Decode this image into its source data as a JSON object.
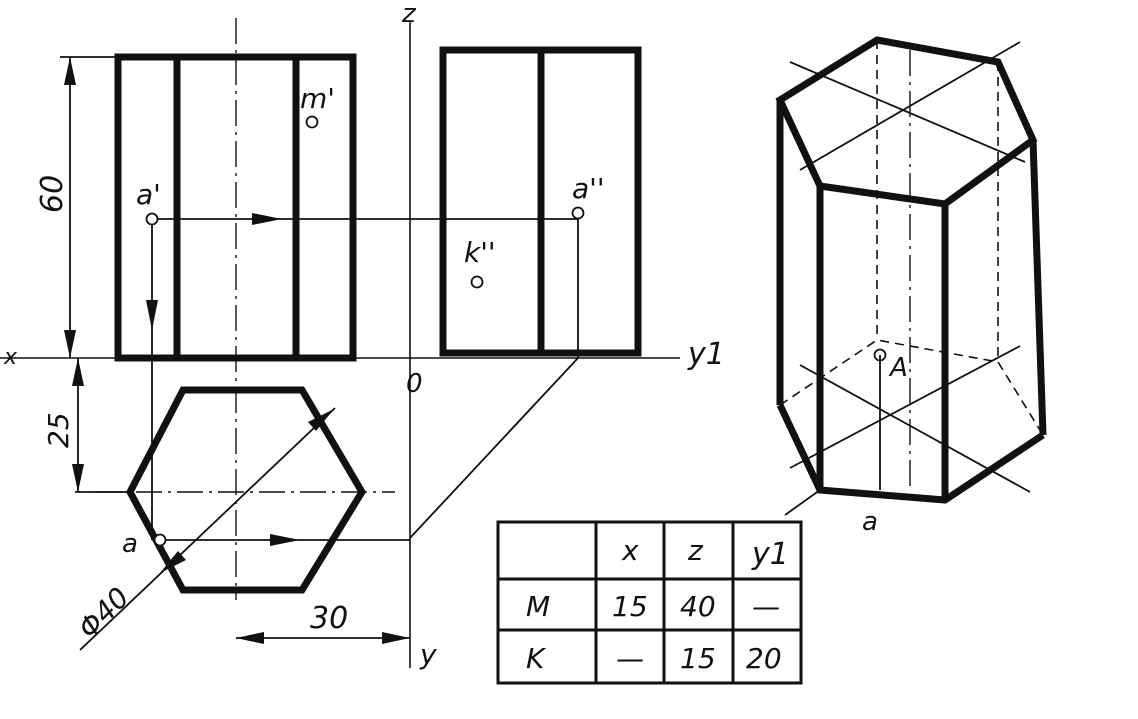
{
  "axes": {
    "z": "z",
    "x": "x",
    "y1": "y1",
    "y": "y",
    "origin": "0"
  },
  "points": {
    "m_front": "m'",
    "a_front": "a'",
    "a_side": "a''",
    "k_side": "k''",
    "a_top": "a",
    "A_iso": "A",
    "a_iso": "a"
  },
  "dimensions": {
    "height": "60",
    "offset": "25",
    "diameter": "Φ40",
    "distance": "30"
  },
  "table": {
    "headers": [
      "",
      "x",
      "z",
      "y1"
    ],
    "rows": [
      {
        "label": "M",
        "x": "15",
        "z": "40",
        "y1": "—"
      },
      {
        "label": "K",
        "x": "—",
        "z": "15",
        "y1": "20"
      }
    ]
  }
}
